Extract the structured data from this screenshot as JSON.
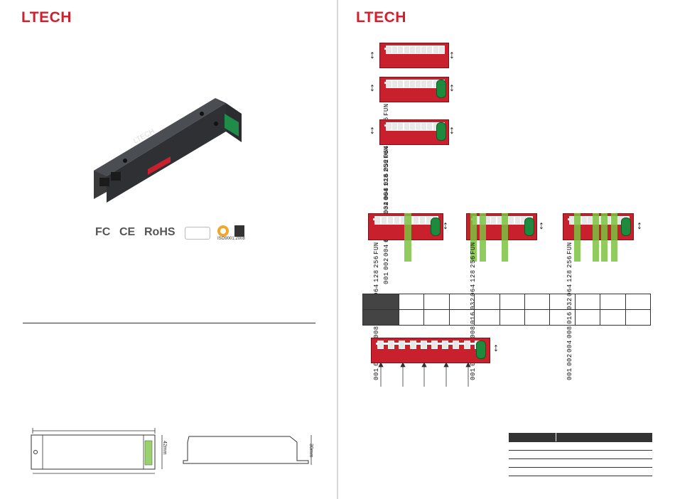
{
  "left_page": {
    "brand": "LTECH",
    "product_label": "LTECH",
    "certifications": [
      {
        "name": "fc-cert",
        "text": "FC"
      },
      {
        "name": "ce-cert",
        "text": "CE"
      },
      {
        "name": "rohs-cert",
        "text": "RoHS"
      }
    ],
    "iso_label": "ISO9001:2008",
    "dimensions": {
      "height_label": "42mm",
      "depth_label": "30mm"
    }
  },
  "right_page": {
    "brand": "LTECH",
    "dip_labels": [
      "001",
      "002",
      "004",
      "008",
      "016",
      "032",
      "064",
      "128",
      "256",
      "FUN"
    ]
  },
  "colors": {
    "brand_red": "#d0202e",
    "switch_red": "#c8202c",
    "highlight_green": "#7dc242",
    "fun_green": "#1e8a3e"
  }
}
